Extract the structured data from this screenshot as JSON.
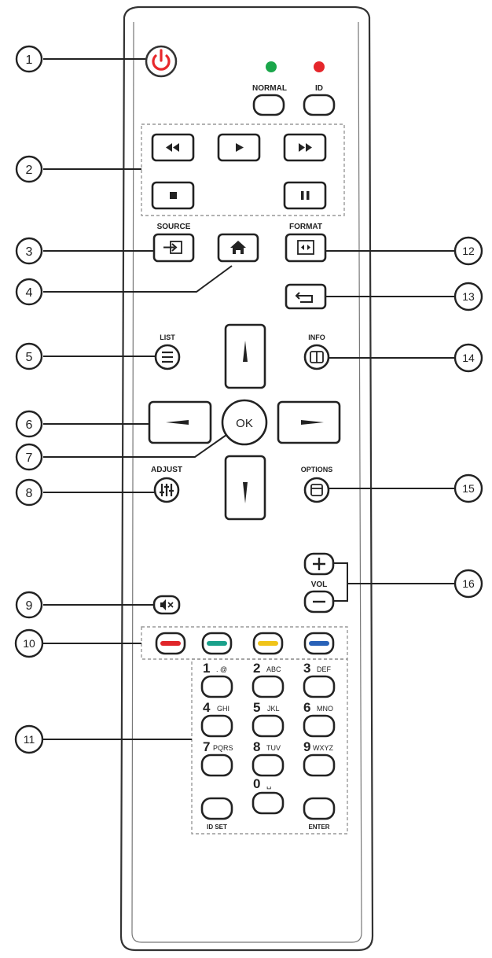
{
  "callouts": [
    "1",
    "2",
    "3",
    "4",
    "5",
    "6",
    "7",
    "8",
    "9",
    "10",
    "11",
    "12",
    "13",
    "14",
    "15",
    "16"
  ],
  "labels": {
    "normal": "NORMAL",
    "id": "ID",
    "source": "SOURCE",
    "format": "FORMAT",
    "list": "LIST",
    "info": "INFO",
    "ok": "OK",
    "adjust": "ADJUST",
    "options": "OPTIONS",
    "vol": "VOL",
    "id_set": "ID SET",
    "enter": "ENTER"
  },
  "keypad": [
    {
      "digit": "1",
      "letters": ". @"
    },
    {
      "digit": "2",
      "letters": "ABC"
    },
    {
      "digit": "3",
      "letters": "DEF"
    },
    {
      "digit": "4",
      "letters": "GHI"
    },
    {
      "digit": "5",
      "letters": "JKL"
    },
    {
      "digit": "6",
      "letters": "MNO"
    },
    {
      "digit": "7",
      "letters": "PQRS"
    },
    {
      "digit": "8",
      "letters": "TUV"
    },
    {
      "digit": "9",
      "letters": "WXYZ"
    },
    {
      "digit": "0",
      "letters": "␣"
    }
  ],
  "colors": {
    "power": "#e8282c",
    "led_green": "#1aa64a",
    "led_red": "#e5262b",
    "key_red": "#e0262a",
    "key_green": "#1aa18b",
    "key_yellow": "#f0c419",
    "key_blue": "#2962b8",
    "ink": "#222222"
  }
}
